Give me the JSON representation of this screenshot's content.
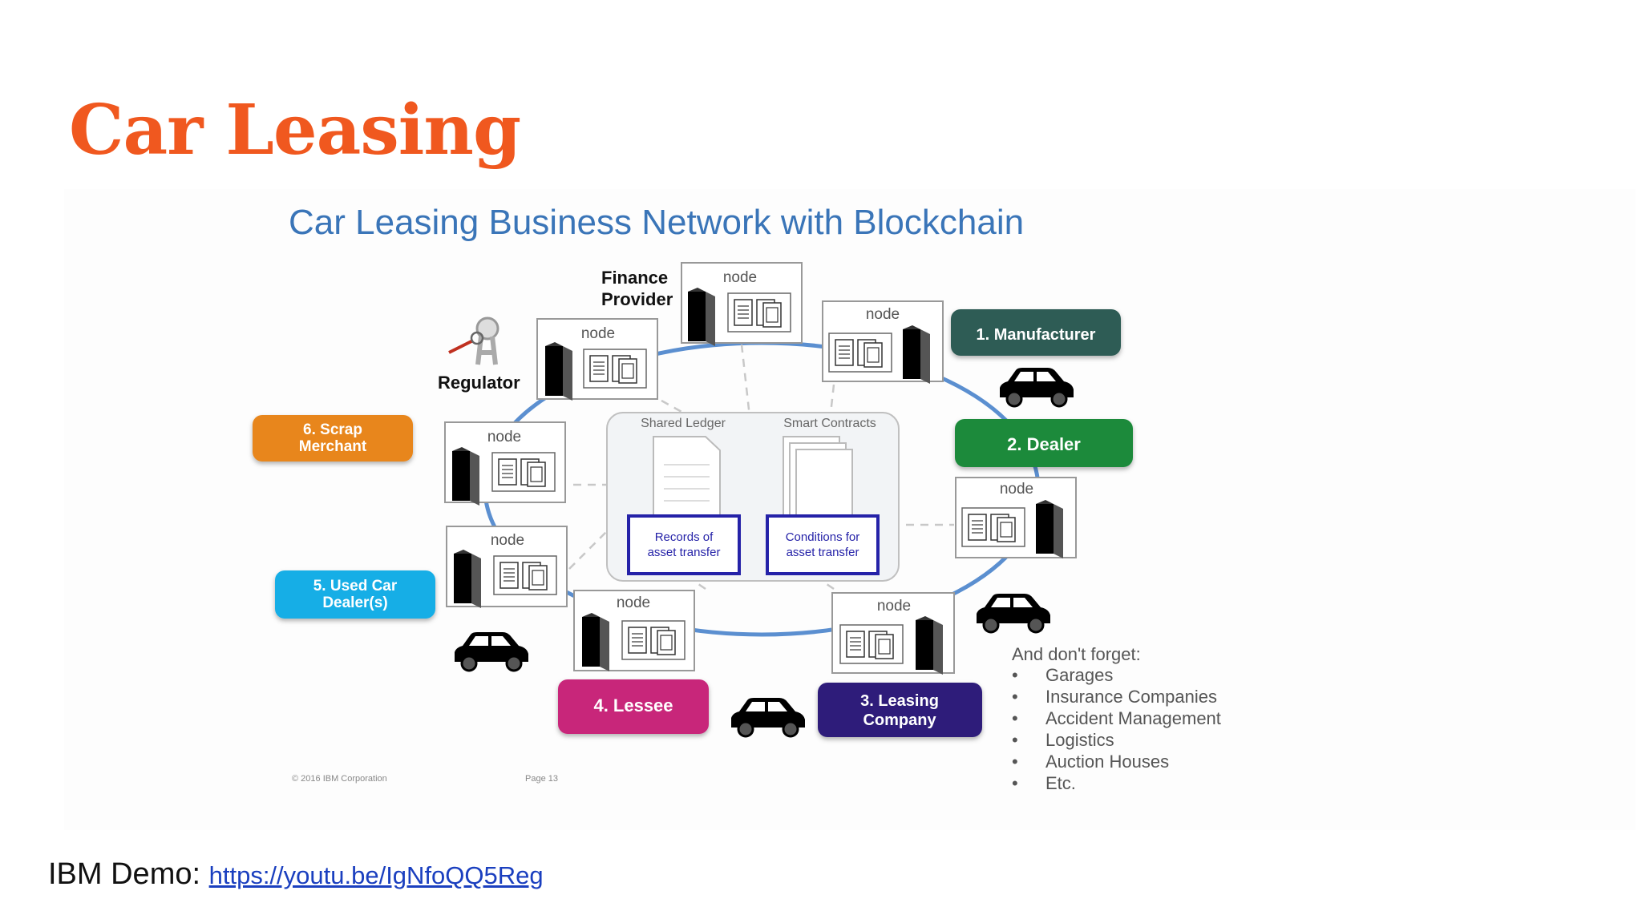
{
  "slide_title": "Car Leasing",
  "diagram_title": "Car Leasing Business Network with Blockchain",
  "node_label": "node",
  "participants": {
    "finance_provider": [
      "Finance",
      "Provider"
    ],
    "regulator": "Regulator",
    "manufacturer": [
      "1. Manufacturer"
    ],
    "dealer": [
      "2. Dealer"
    ],
    "leasing_company": [
      "3. Leasing",
      "Company"
    ],
    "lessee": [
      "4. Lessee"
    ],
    "used_car_dealer": [
      "5. Used Car",
      "Dealer(s)"
    ],
    "scrap_merchant": [
      "6. Scrap",
      "Merchant"
    ]
  },
  "ledger": {
    "shared_ledger": "Shared Ledger",
    "smart_contracts": "Smart Contracts",
    "records": [
      "Records of",
      "asset transfer"
    ],
    "conditions": [
      "Conditions for",
      "asset transfer"
    ]
  },
  "colors": {
    "manufacturer": "#2e5c55",
    "dealer": "#1a8a3a",
    "leasing_company": "#2d1f7a",
    "lessee": "#c8287a",
    "used_car_dealer": "#16aee6",
    "scrap_merchant": "#e8861a",
    "ring": "#5b8fd0",
    "title": "#f0581f"
  },
  "dont_forget": {
    "heading": "And don't forget:",
    "items": [
      "Garages",
      "Insurance Companies",
      "Accident Management",
      "Logistics",
      "Auction Houses",
      "Etc."
    ]
  },
  "footnotes": {
    "copyright": "© 2016 IBM Corporation",
    "page": "Page 13"
  },
  "footer": {
    "label": "IBM Demo:",
    "link": "https://youtu.be/IgNfoQQ5Reg"
  }
}
